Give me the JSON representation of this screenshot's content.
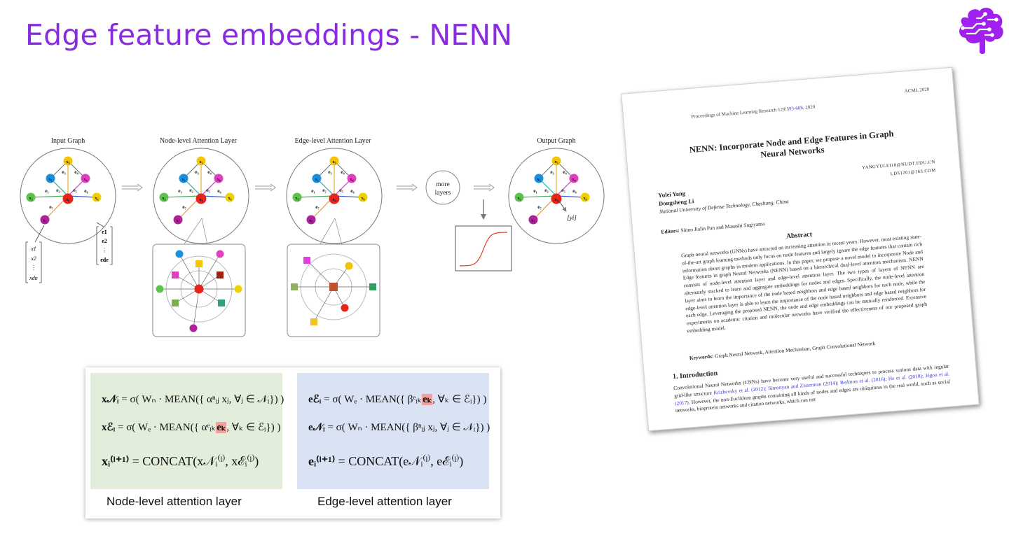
{
  "slide": {
    "title": "Edge feature embeddings - NENN"
  },
  "colors": {
    "title": "#8a2be2",
    "logo": "#a020f0",
    "node_level_panel": "#e2eedb",
    "edge_level_panel": "#dae3f3",
    "highlight": "#f4a09a"
  },
  "logo": {
    "icon": "brain-circuit-icon"
  },
  "diagram": {
    "stages": [
      {
        "title": "Input Graph"
      },
      {
        "title": "Node-level Attention Layer"
      },
      {
        "title": "Edge-level Attention Layer"
      },
      {
        "title": "more layers"
      },
      {
        "title": "Output Graph"
      }
    ],
    "output_label": "[yi]",
    "node_features": [
      "x1",
      "x2",
      "⋮",
      "xdn"
    ],
    "edge_features": [
      "e1",
      "e2",
      "⋮",
      "ede"
    ]
  },
  "formulas": {
    "node_level": {
      "caption": "Node-level attention layer",
      "eq1": {
        "lhs": "x𝒩ᵢ",
        "pre": " = σ( Wₙ · MEAN({ αⁿᵢⱼ xⱼ, ∀ⱼ ∈ 𝒩ᵢ}) )",
        "hl": "",
        "post": ""
      },
      "eq2": {
        "lhs": "xℰᵢ",
        "pre": " = σ( Wₑ · MEAN({ αᵉᵢₖ",
        "hl": "eₖ",
        "post": ", ∀ₖ ∈ ℰᵢ}) )"
      },
      "eq3": {
        "lhs": "xᵢ⁽ˡ⁺¹⁾",
        "pre": " = CONCAT(x𝒩ᵢ⁽ˡ⁾, xℰᵢ⁽ˡ⁾)",
        "hl": "",
        "post": ""
      }
    },
    "edge_level": {
      "caption": "Edge-level attention layer",
      "eq1": {
        "lhs": "eℰᵢ",
        "pre": " = σ( Wₑ · MEAN({ βᵉᵢₖ",
        "hl": "eₖ",
        "post": ", ∀ₖ ∈ ℰᵢ}) )"
      },
      "eq2": {
        "lhs": "e𝒩ᵢ",
        "pre": " = σ( Wₙ · MEAN({ βⁿᵢⱼ xⱼ, ∀ⱼ ∈ 𝒩ᵢ}) )",
        "hl": "",
        "post": ""
      },
      "eq3": {
        "lhs": "eᵢ⁽ˡ⁺¹⁾",
        "pre": " = CONCAT(e𝒩ᵢ⁽ˡ⁾, eℰᵢ⁽ˡ⁾)",
        "hl": "",
        "post": ""
      }
    }
  },
  "paper": {
    "venue_pre": "Proceedings of Machine Learning Research 129:",
    "venue_pages": "593-608",
    "venue_post": ", 2020",
    "conference": "ACML 2020",
    "title_line1": "NENN: Incorporate Node and Edge Features in Graph",
    "title_line2": "Neural Networks",
    "author1": "Yulei Yang",
    "email1": "YANGYULEI18@NUDT.EDU.CN",
    "author2": "Dongsheng Li",
    "email2": "LDS1201@163.COM",
    "affiliation": "National University of Defense Technology, Chashang, China",
    "editors_label": "Editors:",
    "editors": " Sinno Jialin Pan and Masashi Sugiyama",
    "abstract_heading": "Abstract",
    "abstract": "Graph neural networks (GNNs) have attracted an increasing attention in recent years. However, most existing state-of-the-art graph learning methods only focus on node features and largely ignore the edge features that contain rich information about graphs in modern applications. In this paper, we propose a novel model to incorporate Node and Edge features in graph Neural Networks (NENN) based on a hierarchical dual-level attention mechanism. NENN consists of node-level attention layer and edge-level attention layer. The two types of layers of NENN are alternately stacked to learn and aggregate embeddings for nodes and edges. Specifically, the node-level attention layer aims to learn the importance of the node based neighbors and edge based neighbors for each node, while the edge-level attention layer is able to learn the importance of the node based neighbors and edge based neighbors for each edge. Leveraging the proposed NENN, the node and edge embeddings can be mutually reinforced. Extensive experiments on academic citation and molecular networks have verified the effectiveness of our proposed graph embedding model.",
    "keywords_label": "Keywords:",
    "keywords": " Graph Neural Network, Attention Mechanism, Graph Convolutional Network",
    "intro_heading": "1. Introduction",
    "intro_p1": "Convolutional Neural Networks (CNNs) have become very useful and successful techniques to process various data with regular grid-like structure ",
    "intro_cite1": "Krizhevsky et al. (2012); Simonyan and Zisserman (2014); Redmon et al. (2016); He et al. (2018); Jégou et al. (2017)",
    "intro_p2": ". However, the non-Euclidean graphs containing all kinds of nodes and edges are ubiquitous in the real world, such as social networks, bioprotein networks and citation networks, which can not"
  }
}
